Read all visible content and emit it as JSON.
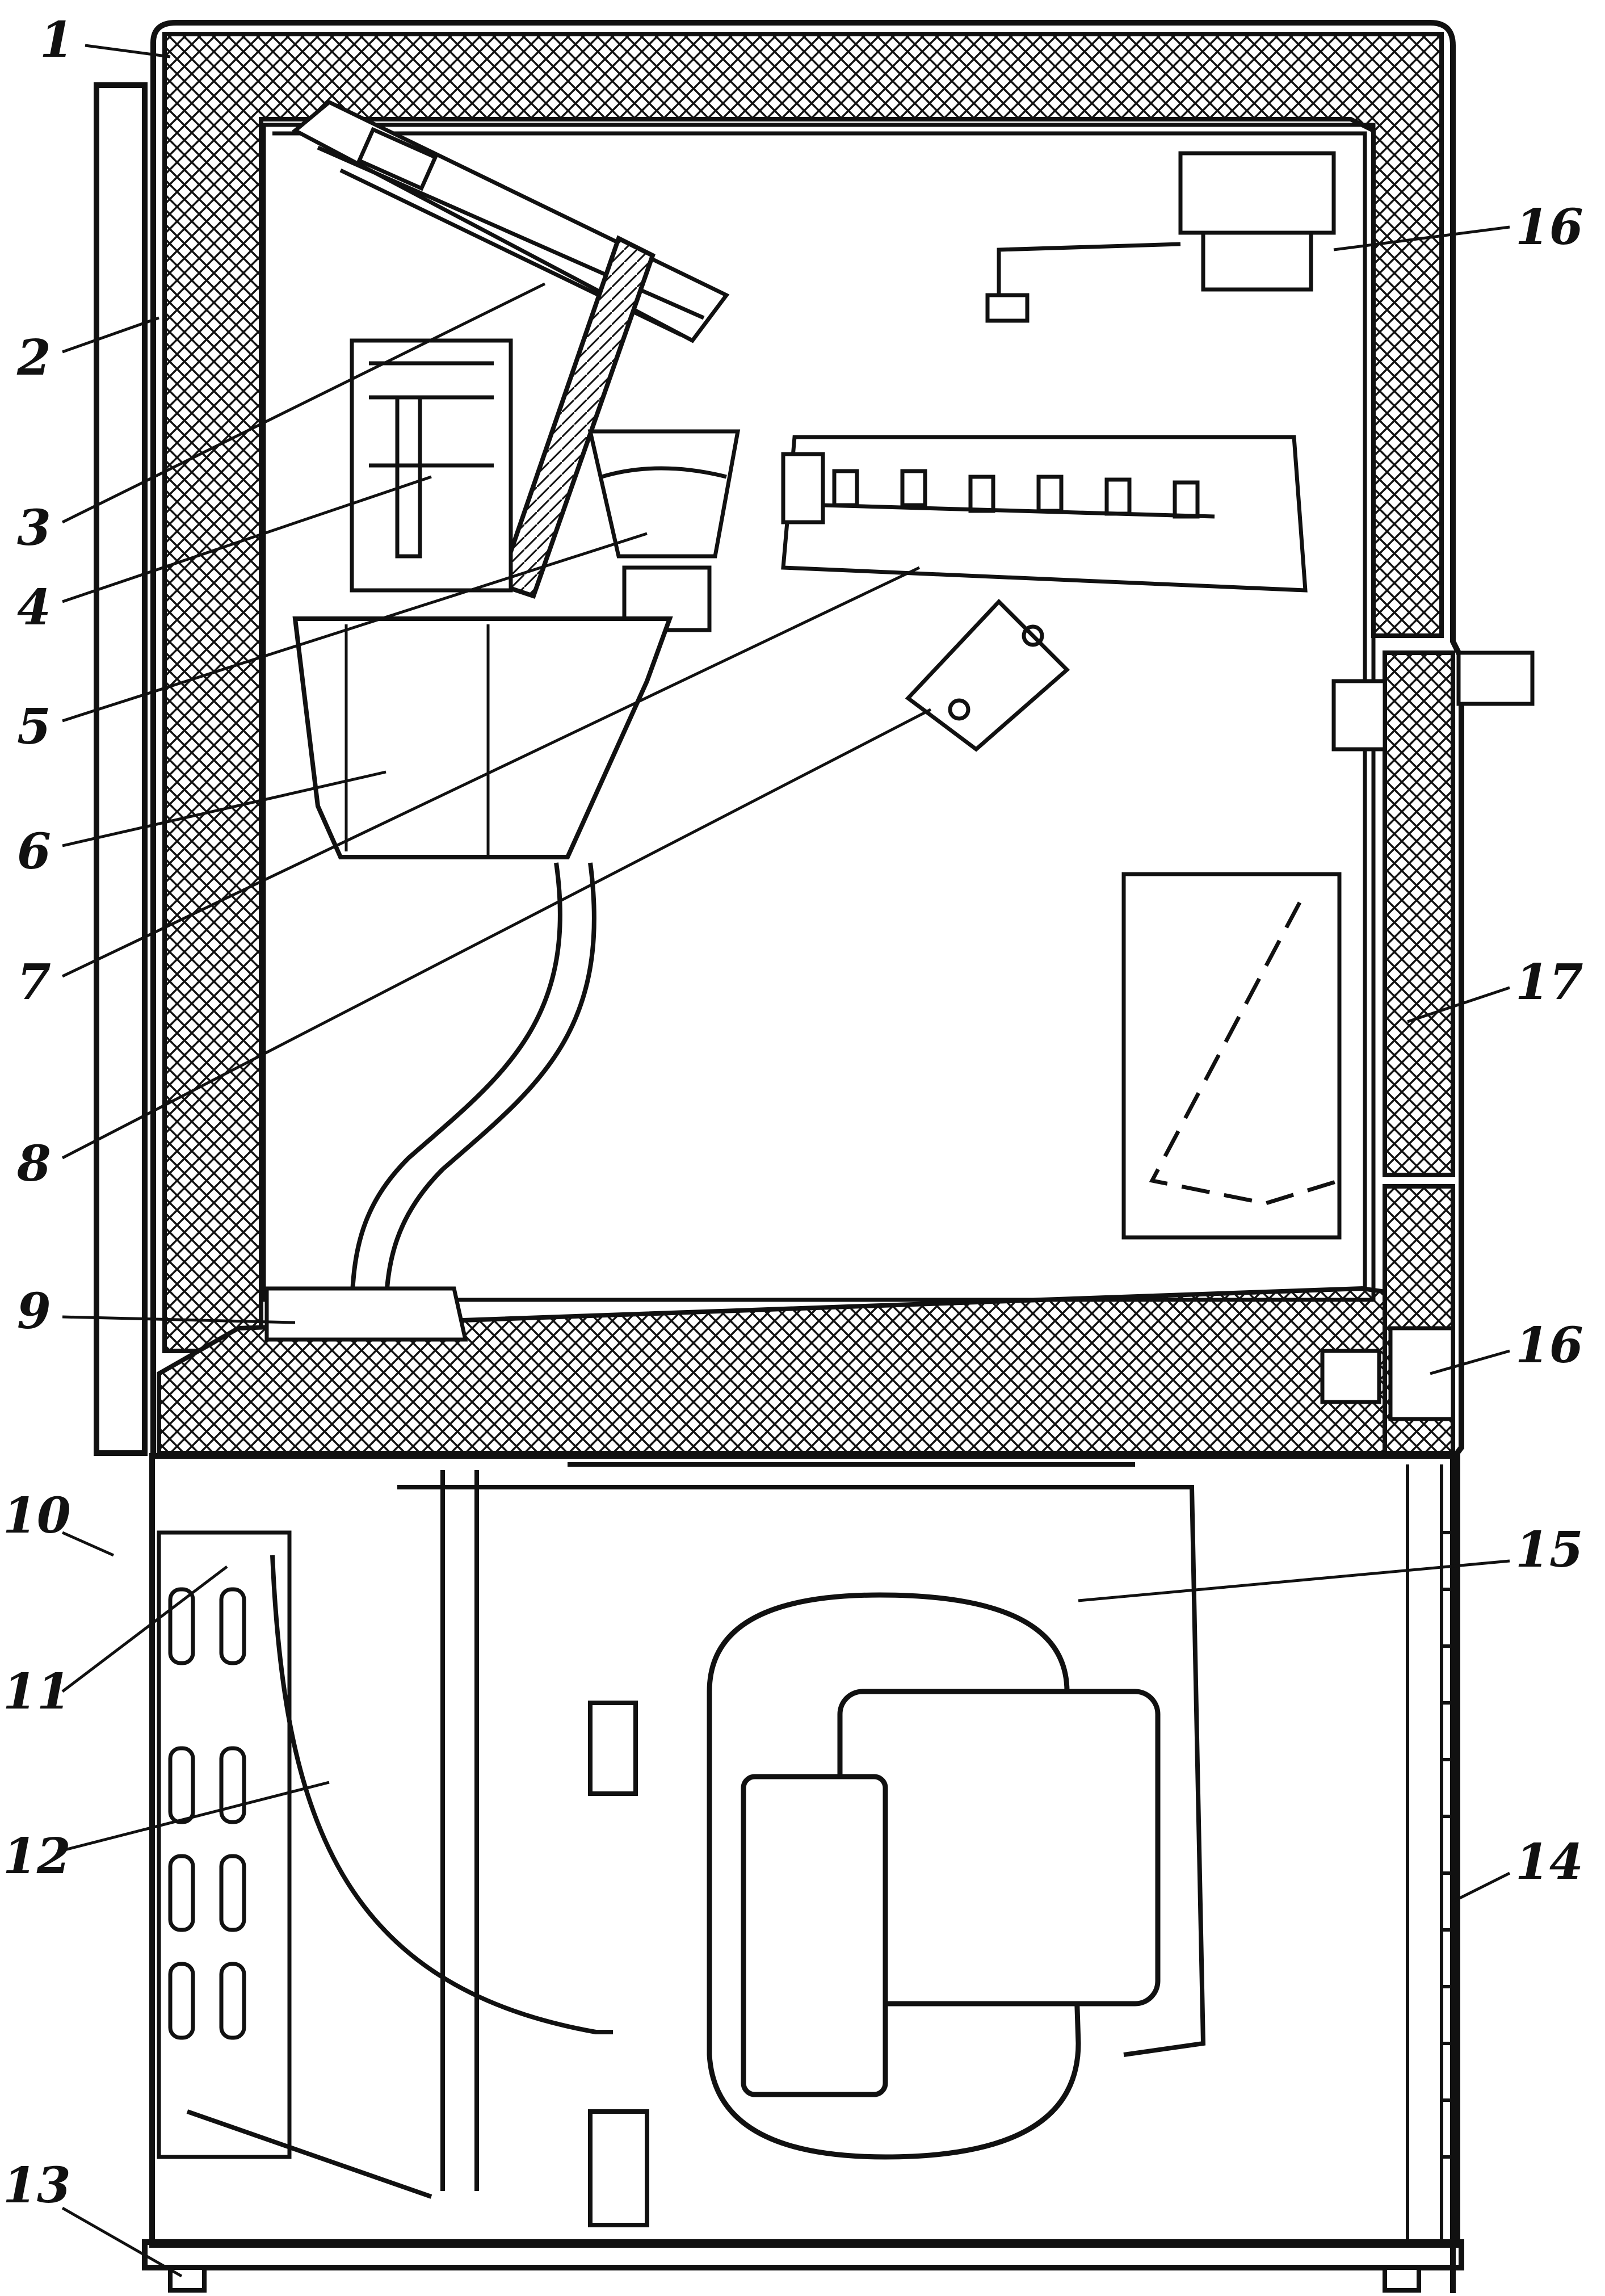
{
  "diagram": {
    "callouts": [
      {
        "id": "c1",
        "label": "1"
      },
      {
        "id": "c2",
        "label": "2"
      },
      {
        "id": "c3",
        "label": "3"
      },
      {
        "id": "c4",
        "label": "4"
      },
      {
        "id": "c5",
        "label": "5"
      },
      {
        "id": "c6",
        "label": "6"
      },
      {
        "id": "c7",
        "label": "7"
      },
      {
        "id": "c8",
        "label": "8"
      },
      {
        "id": "c9",
        "label": "9"
      },
      {
        "id": "c10",
        "label": "10"
      },
      {
        "id": "c11",
        "label": "11"
      },
      {
        "id": "c12",
        "label": "12"
      },
      {
        "id": "c13",
        "label": "13"
      },
      {
        "id": "c14",
        "label": "14"
      },
      {
        "id": "c15",
        "label": "15"
      },
      {
        "id": "c16a",
        "label": "16"
      },
      {
        "id": "c16b",
        "label": "16"
      },
      {
        "id": "c17",
        "label": "17"
      }
    ]
  }
}
